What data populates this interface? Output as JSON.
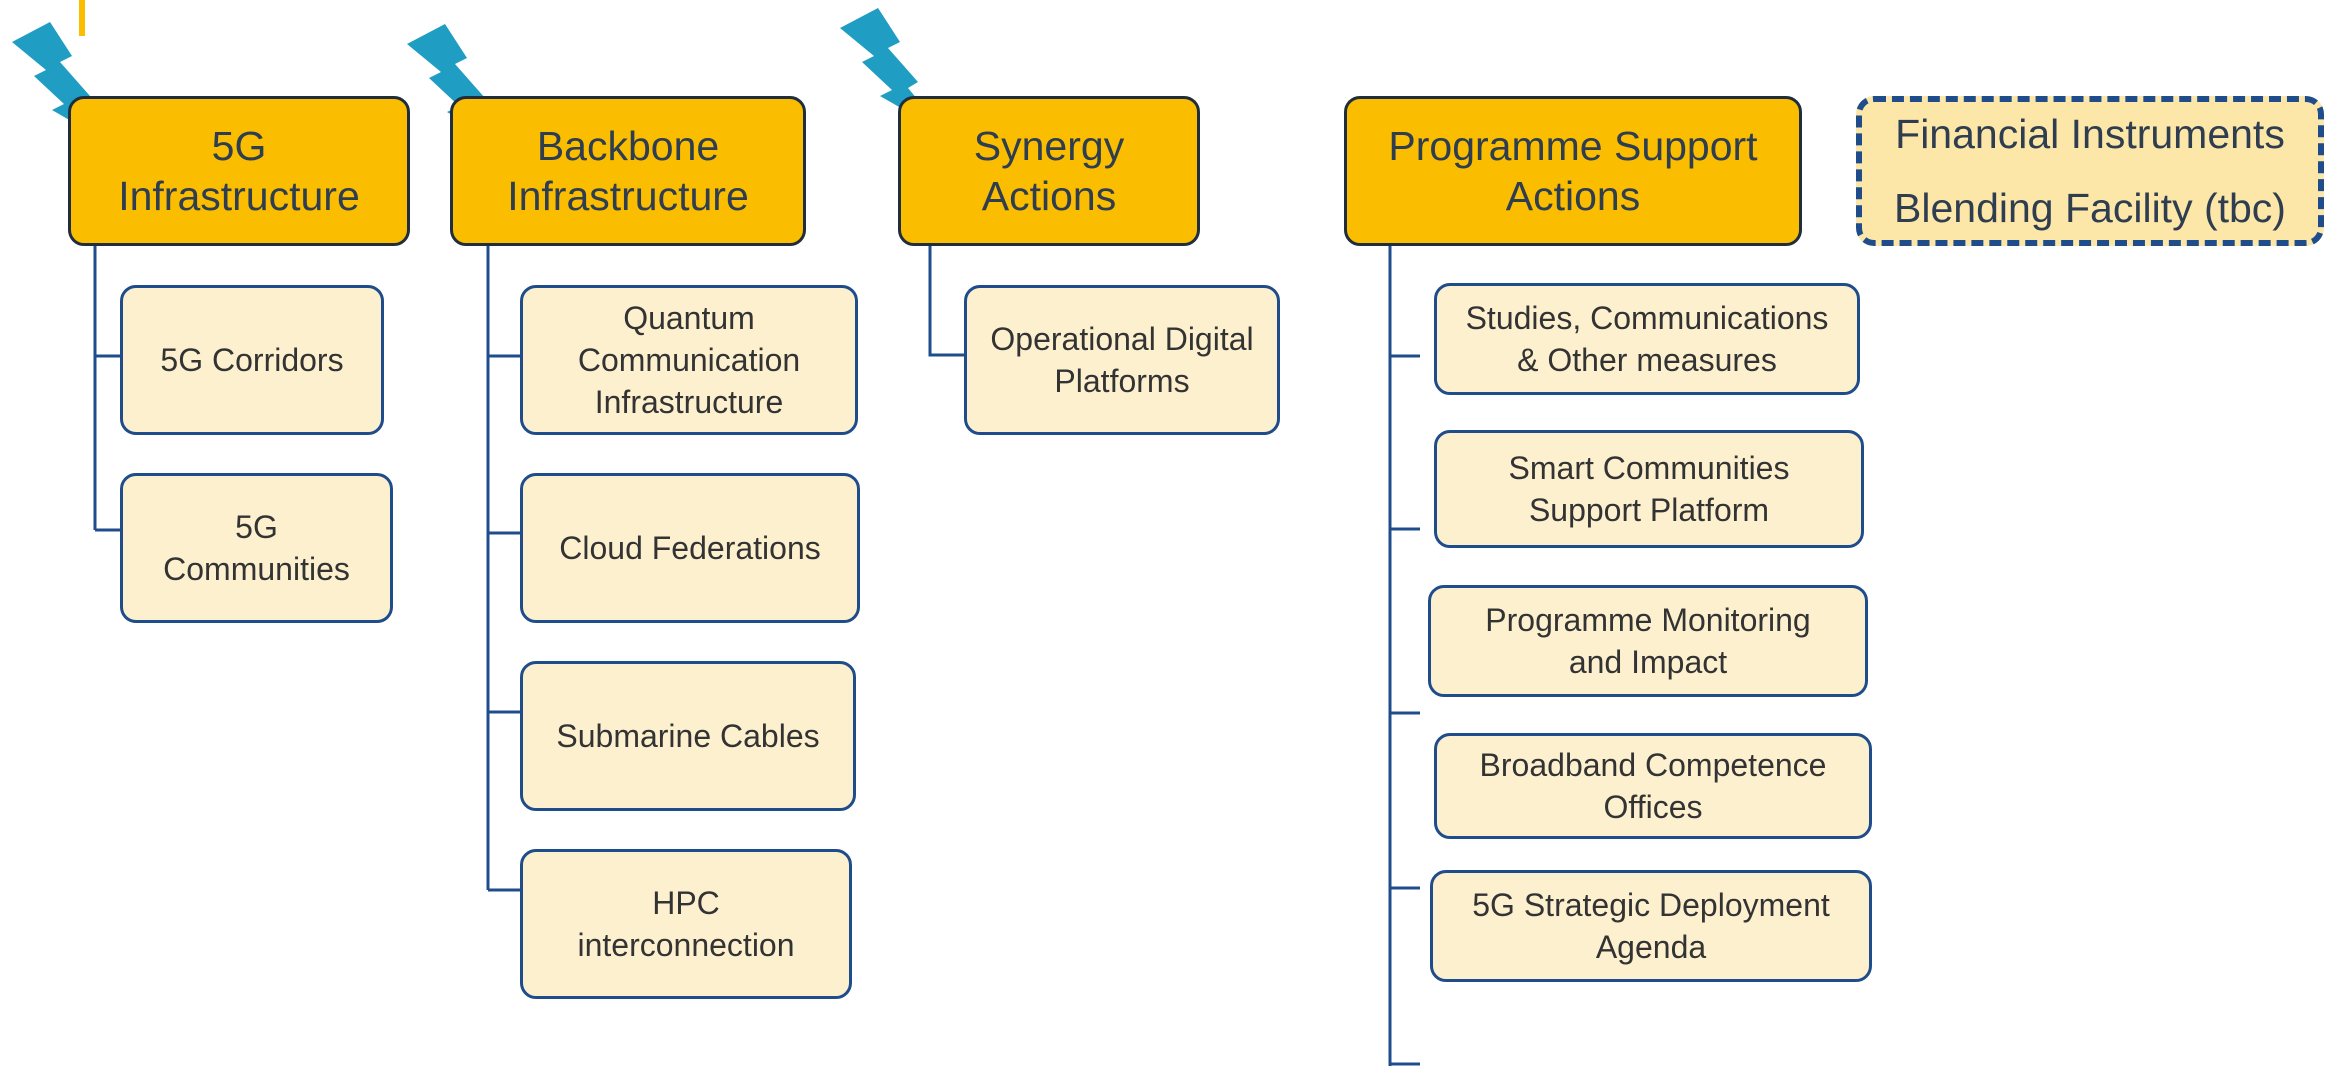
{
  "colors": {
    "header_fill": "#fbbd00",
    "header_border": "#1f2d3d",
    "sub_fill": "#fdf0cf",
    "sub_border": "#1f4d8c",
    "connector": "#1f4d8c",
    "bolt": "#1f9dc2",
    "accent": "#fbbd00",
    "fin_fill": "#fde7a8",
    "fin_border": "#1f4d8c"
  },
  "columns": [
    {
      "title": "5G\nInfrastructure",
      "items": [
        "5G Corridors",
        "5G\nCommunities"
      ]
    },
    {
      "title": "Backbone\nInfrastructure",
      "items": [
        "Quantum\nCommunication\nInfrastructure",
        "Cloud Federations",
        "Submarine Cables",
        "HPC\ninterconnection"
      ]
    },
    {
      "title": "Synergy\nActions",
      "items": [
        "Operational Digital\nPlatforms"
      ]
    },
    {
      "title": "Programme Support\nActions",
      "items": [
        "Studies, Communications\n& Other measures",
        "Smart Communities\nSupport Platform",
        "Programme Monitoring\nand Impact",
        "Broadband Competence\nOffices",
        "5G Strategic Deployment\nAgenda"
      ]
    }
  ],
  "financial": {
    "line1": "Financial Instruments",
    "line2": "Blending Facility (tbc)"
  }
}
